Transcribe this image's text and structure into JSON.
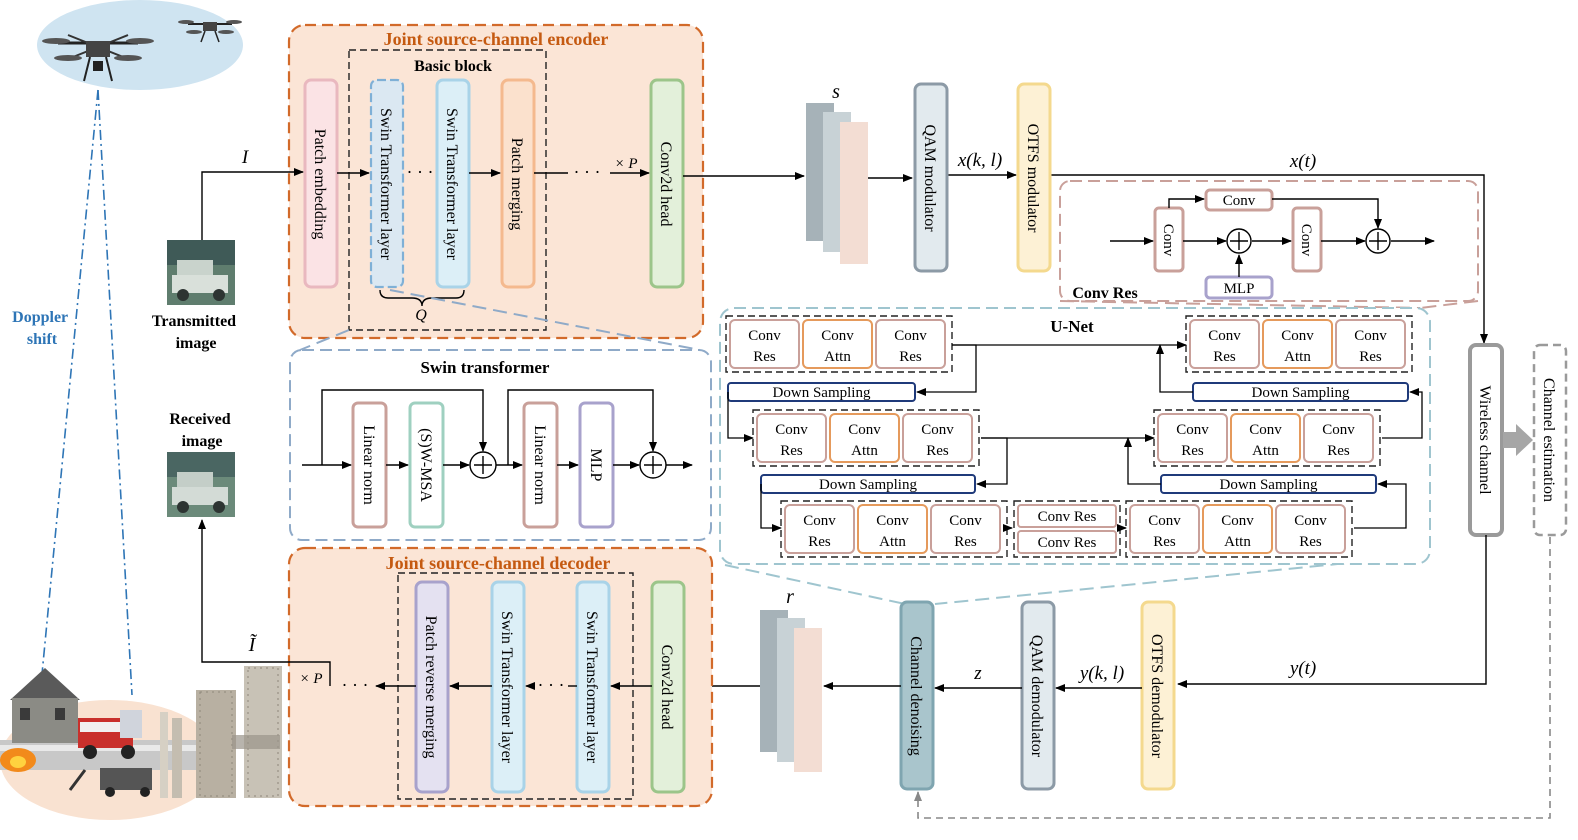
{
  "colors": {
    "encoder_border": "#d26a2a",
    "encoder_fill": "#fbe5d6",
    "encoder_title": "#c55a11",
    "swin_border": "#8faac8",
    "unet_border": "#9fc5cf",
    "convres_border": "#c9a09a",
    "doppler": "#2e75b6",
    "pink": "#e9b8bf",
    "blue_block": "#7fb0d6",
    "lightblue_block": "#a9d3e8",
    "orange_block": "#f4b98e",
    "green_block": "#9cc58a",
    "gray_block": "#8c9aa6",
    "teal_block": "#7fa5b0",
    "yellow_block": "#f4d98e",
    "purple_block": "#a8a2cc"
  },
  "icons": {
    "drone": "drone-icon",
    "car_image": "car-image-icon",
    "city_scene": "disaster-city-scene-icon"
  },
  "labels": {
    "doppler": [
      "Doppler",
      "shift"
    ],
    "transmitted": [
      "Transmitted",
      "image"
    ],
    "received": [
      "Received",
      "image"
    ],
    "sig_I": "I",
    "sig_I_tilde": "Ĩ",
    "times_P": "× P",
    "times_P2": "× P",
    "dots": "· · ·",
    "Q": "Q"
  },
  "encoder": {
    "title": "Joint source-channel encoder",
    "basic_block": "Basic block",
    "patch_embedding": "Patch embedding",
    "swin_layer_1": "Swin Transformer layer",
    "swin_layer_2": "Swin Transformer layer",
    "patch_merging": "Patch merging",
    "conv2d_head": "Conv2d head"
  },
  "transmit": {
    "s": "s",
    "qam_mod": "QAM modulator",
    "xkl": "x(k, l)",
    "otfs_mod": "OTFS modulator",
    "xt": "x(t)"
  },
  "convres": {
    "title": "Conv Res",
    "conv": "Conv",
    "mlp": "MLP"
  },
  "swin": {
    "title": "Swin transformer",
    "linear_norm": "Linear norm",
    "wmsa": "(S)W-MSA",
    "mlp": "MLP"
  },
  "unet": {
    "title": "U-Net",
    "conv_res": [
      "Conv",
      "Res"
    ],
    "conv_attn": [
      "Conv",
      "Attn"
    ],
    "down_sampling": "Down Sampling",
    "conv_res_single": "Conv Res"
  },
  "channel": {
    "wireless": "Wireless channel",
    "estimation": "Channel estimation"
  },
  "receive": {
    "yt": "y(t)",
    "otfs_demod": "OTFS demodulator",
    "ykl": "y(k, l)",
    "qam_demod": "QAM demodulator",
    "z": "z",
    "denoising": "Channel denoising",
    "r": "r"
  },
  "decoder": {
    "title": "Joint source-channel decoder",
    "conv2d_head": "Conv2d head",
    "swin_layer_1": "Swin Transformer layer",
    "swin_layer_2": "Swin Transformer layer",
    "patch_reverse": "Patch reverse  merging"
  }
}
